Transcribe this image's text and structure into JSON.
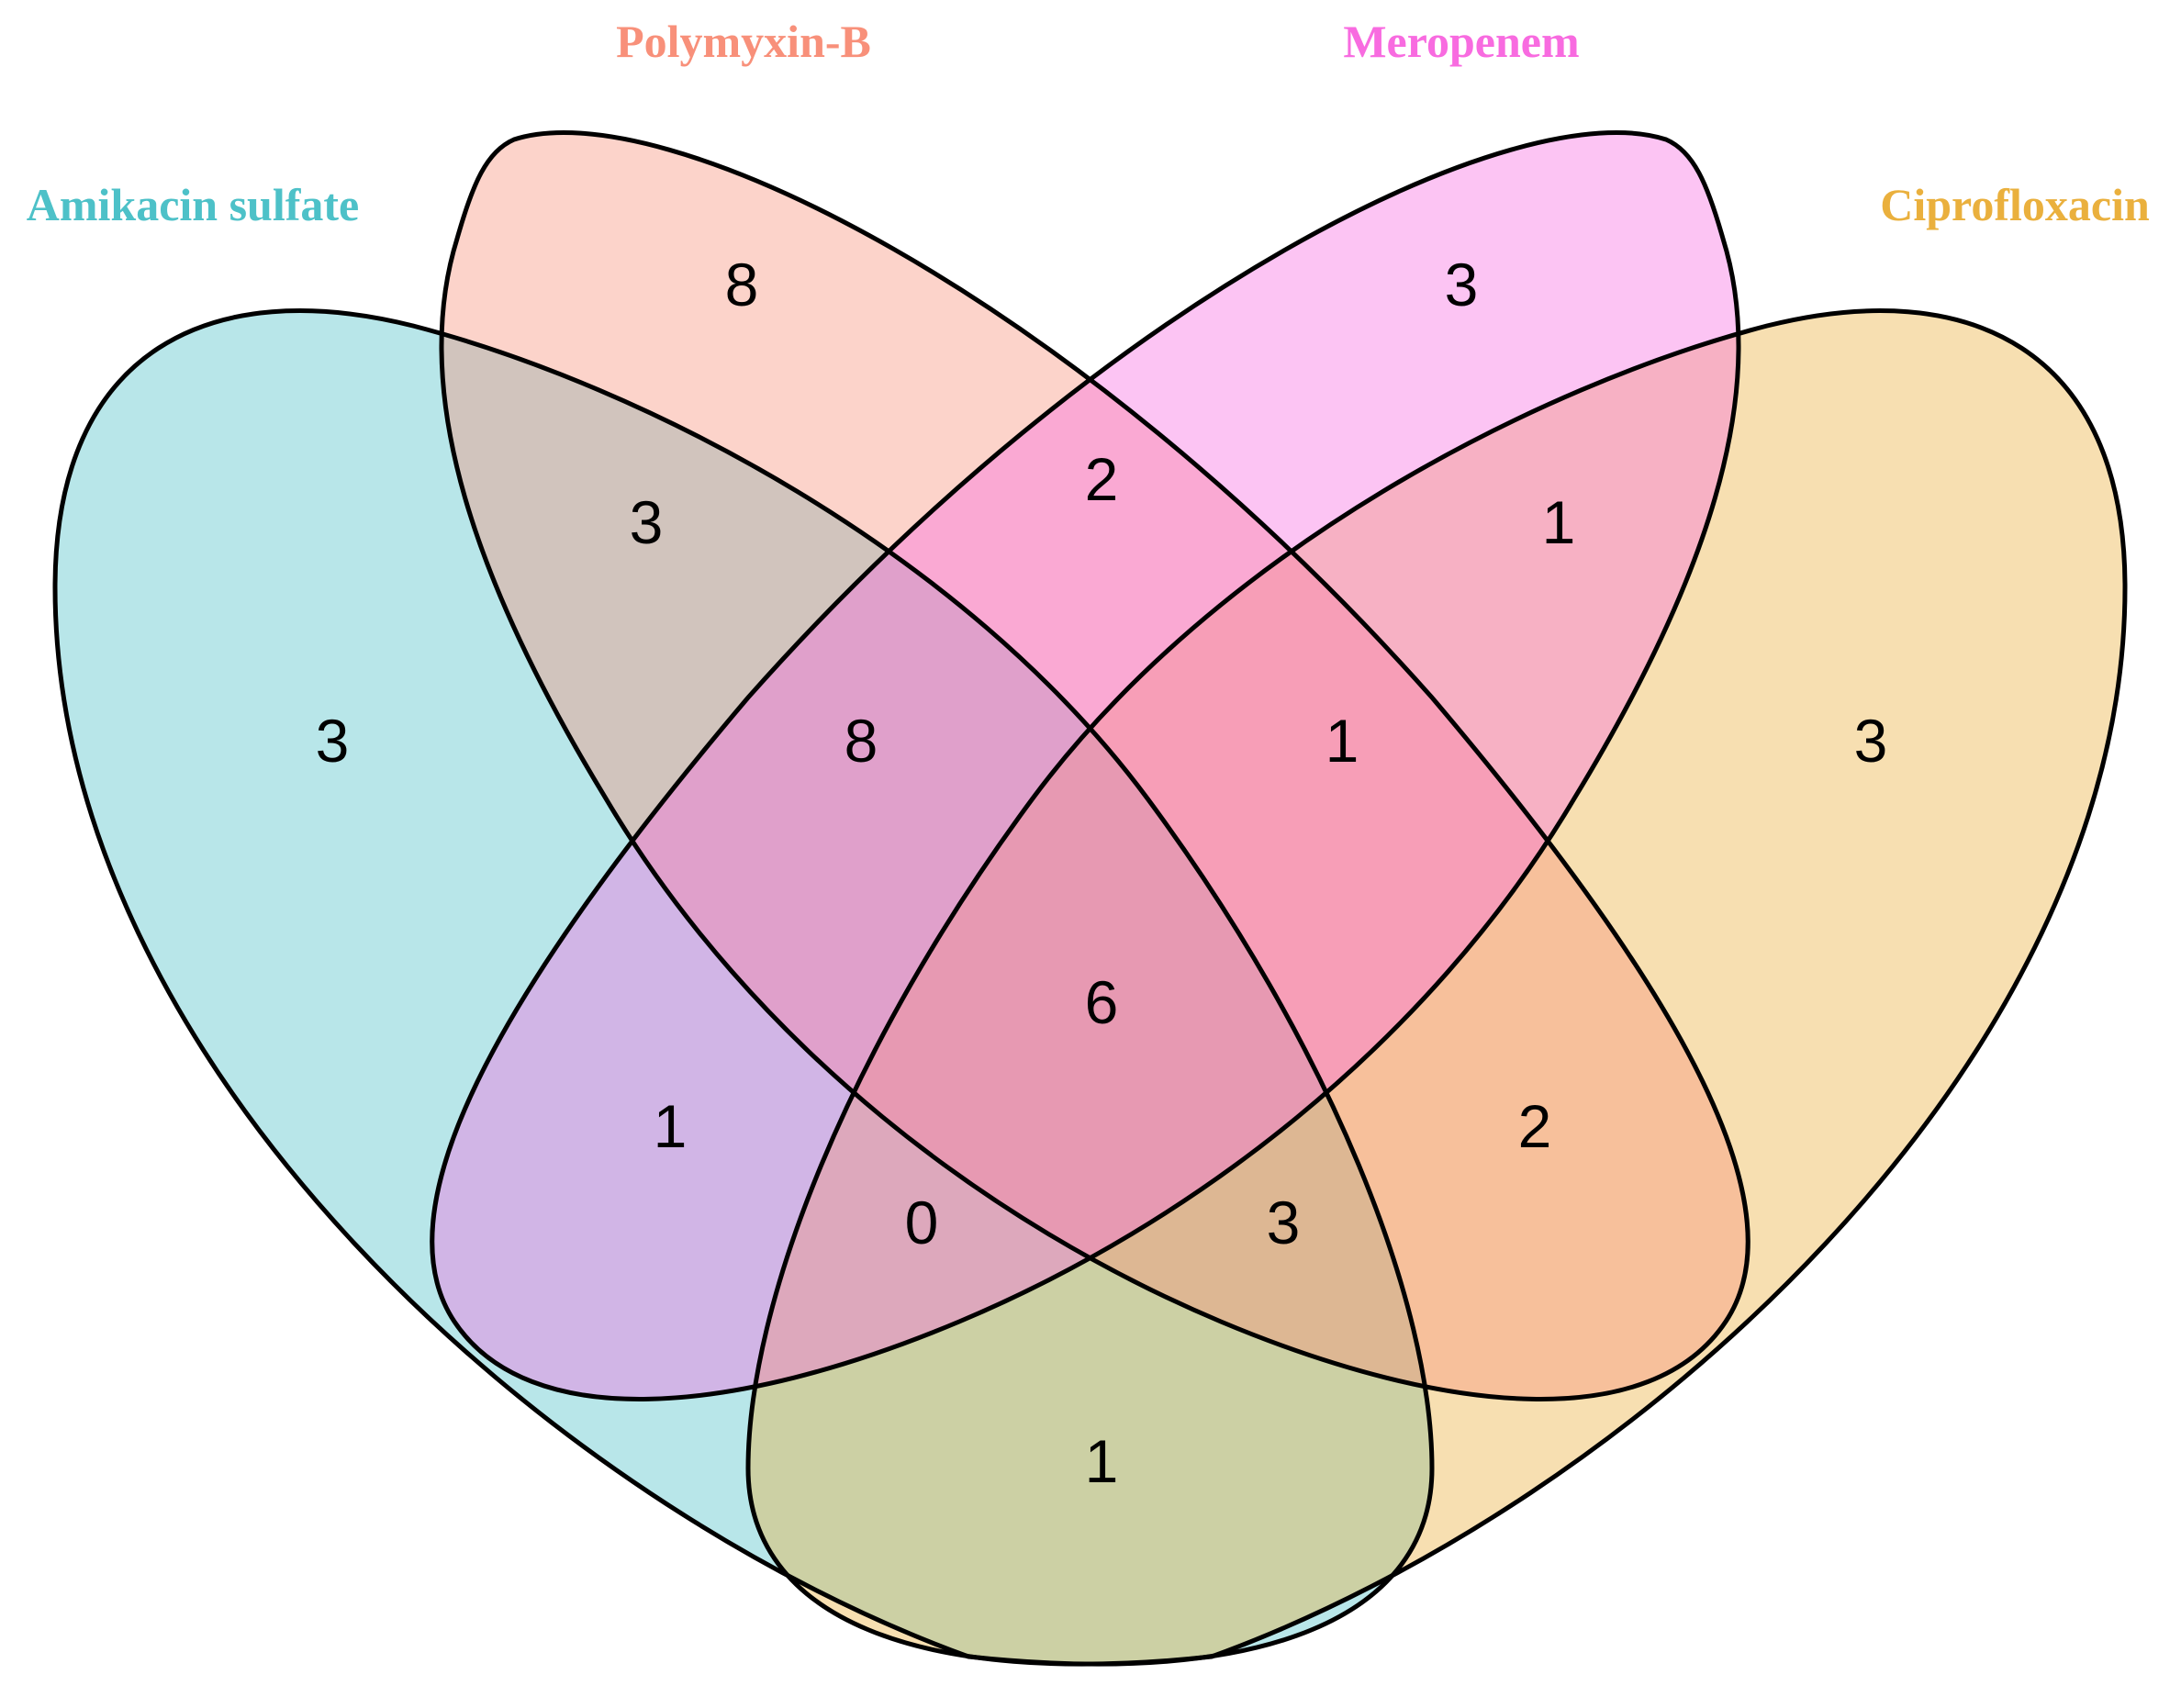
{
  "sets": [
    {
      "key": "A",
      "name": "Amikacin sulfate",
      "color": "#4DC1C8"
    },
    {
      "key": "P",
      "name": "Polymyxin-B",
      "color": "#F8907A"
    },
    {
      "key": "M",
      "name": "Meropenem",
      "color": "#F86BE0"
    },
    {
      "key": "C",
      "name": "Ciprofloxacin",
      "color": "#EAB03D"
    }
  ],
  "regions": [
    {
      "sets": "A",
      "count": "3"
    },
    {
      "sets": "P",
      "count": "8"
    },
    {
      "sets": "M",
      "count": "3"
    },
    {
      "sets": "C",
      "count": "3"
    },
    {
      "sets": "A∩P",
      "count": "3"
    },
    {
      "sets": "P∩M",
      "count": "2"
    },
    {
      "sets": "M∩C",
      "count": "1"
    },
    {
      "sets": "A∩P∩M",
      "count": "8"
    },
    {
      "sets": "P∩M∩C",
      "count": "1"
    },
    {
      "sets": "A∩M",
      "count": "1"
    },
    {
      "sets": "A∩P∩M∩C",
      "count": "6"
    },
    {
      "sets": "P∩C",
      "count": "2"
    },
    {
      "sets": "A∩M∩C",
      "count": "0"
    },
    {
      "sets": "A∩P∩C",
      "count": "3"
    },
    {
      "sets": "A∩C",
      "count": "1"
    }
  ]
}
